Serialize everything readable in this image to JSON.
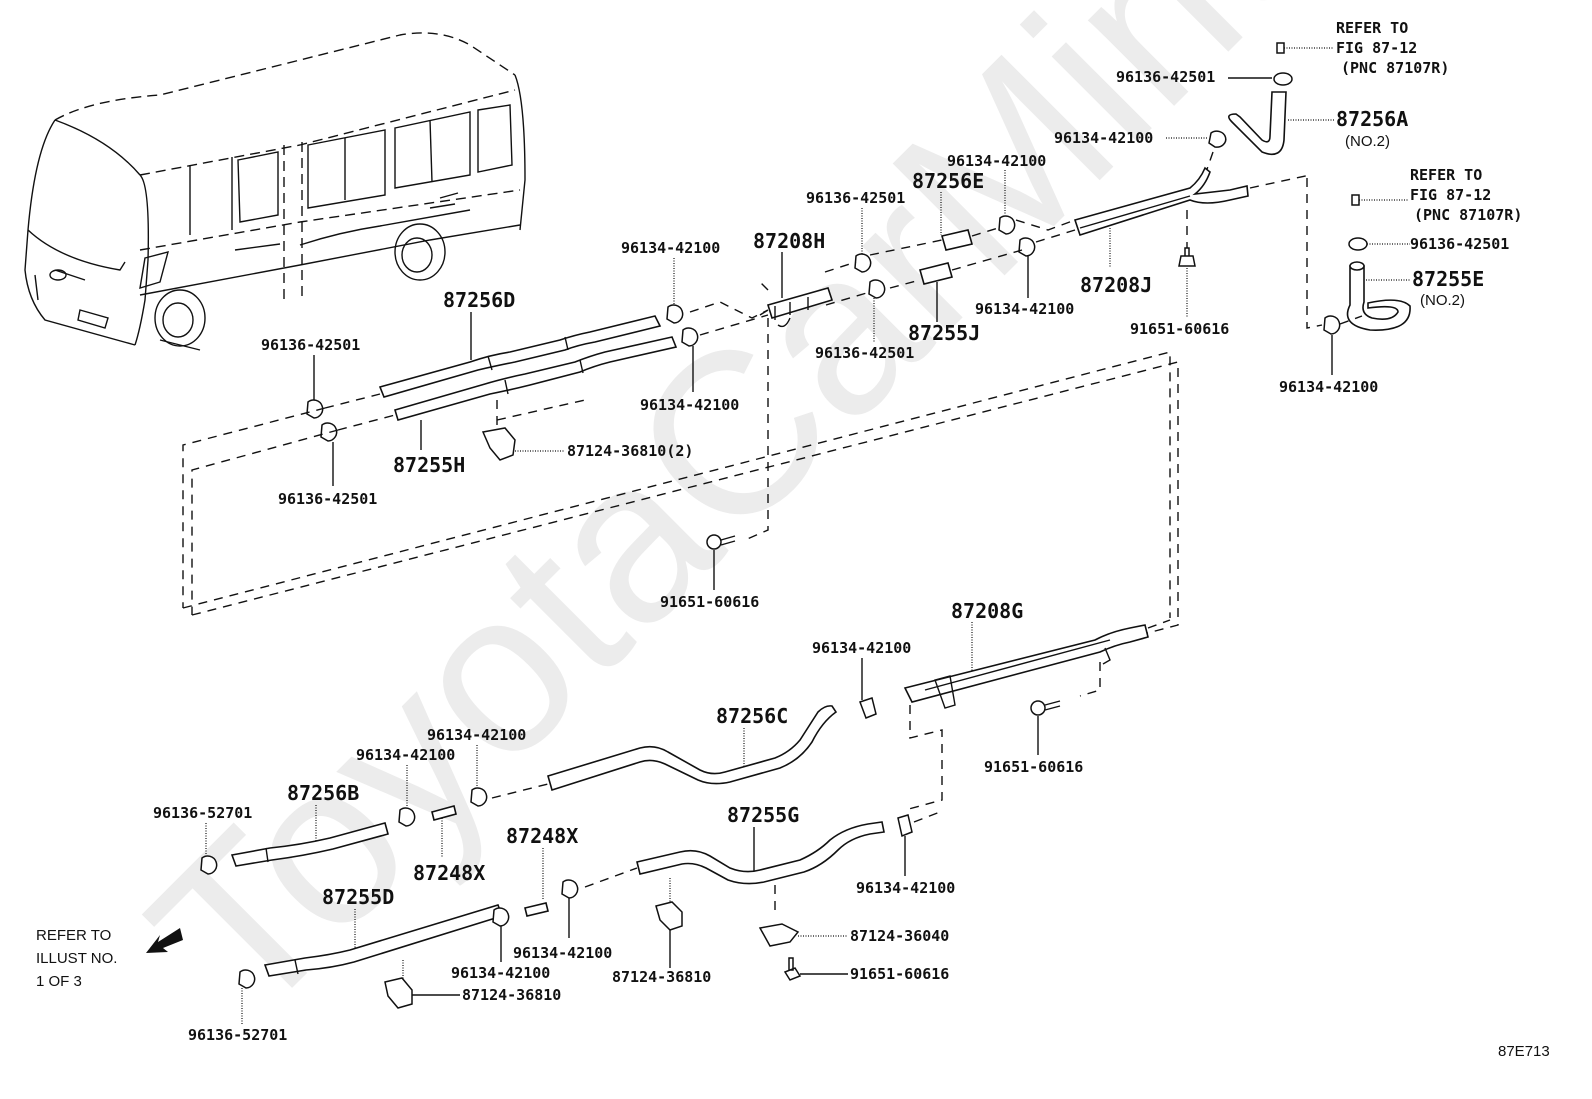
{
  "diagram": {
    "type": "exploded parts diagram",
    "subject": "Heater water hoses & pipes (bus)",
    "figure_code": "87E713",
    "watermark": "ToyotaCarMine.ru"
  },
  "notes": {
    "refer_top_1": {
      "line1": "REFER TO",
      "line2": "FIG 87-12",
      "line3": "(PNC 87107R)"
    },
    "refer_top_2": {
      "line1": "REFER TO",
      "line2": "FIG 87-12",
      "line3": "(PNC 87107R)"
    },
    "refer_illust": {
      "line1": "REFER TO",
      "line2": "ILLUST NO.",
      "line3": "1 OF 3"
    },
    "no2_a": "(NO.2)",
    "no2_e": "(NO.2)"
  },
  "labels": {
    "p87256A": "87256A",
    "p87255E": "87255E",
    "p87256E": "87256E",
    "p87208H": "87208H",
    "p87208J": "87208J",
    "p87255J": "87255J",
    "p87256D": "87256D",
    "p87255H": "87255H",
    "p87208G": "87208G",
    "p87256C": "87256C",
    "p87256B": "87256B",
    "p87255D": "87255D",
    "p87255G": "87255G",
    "p87248X_a": "87248X",
    "p87248X_b": "87248X",
    "c96136_42501_top": "96136-42501",
    "c96134_42100_top": "96134-42100",
    "c96136_42501_e": "96136-42501",
    "c96134_42100_e": "96134-42100",
    "c96134_42100_j1": "96134-42100",
    "c96136_42501_j1": "96136-42501",
    "c96136_42501_j2": "96136-42501",
    "c96134_42100_j2": "96134-42100",
    "b91651_60616_j": "91651-60616",
    "c96134_42100_d1": "96134-42100",
    "c96134_42100_d2": "96134-42100",
    "c96136_42501_d1": "96136-42501",
    "c96136_42501_d2": "96136-42501",
    "k87124_36810_2": "87124-36810(2)",
    "b91651_60616_mid": "91651-60616",
    "c96134_42100_g": "96134-42100",
    "b91651_60616_g": "91651-60616",
    "c96134_42100_c1": "96134-42100",
    "c96134_42100_c2": "96134-42100",
    "c96136_52701_b": "96136-52701",
    "c96134_42100_gr": "96134-42100",
    "k87124_36040": "87124-36040",
    "b91651_60616_low": "91651-60616",
    "c96134_42100_x1": "96134-42100",
    "c96134_42100_x2": "96134-42100",
    "k87124_36810_low1": "87124-36810",
    "k87124_36810_low2": "87124-36810",
    "c96136_52701_d": "96136-52701"
  }
}
